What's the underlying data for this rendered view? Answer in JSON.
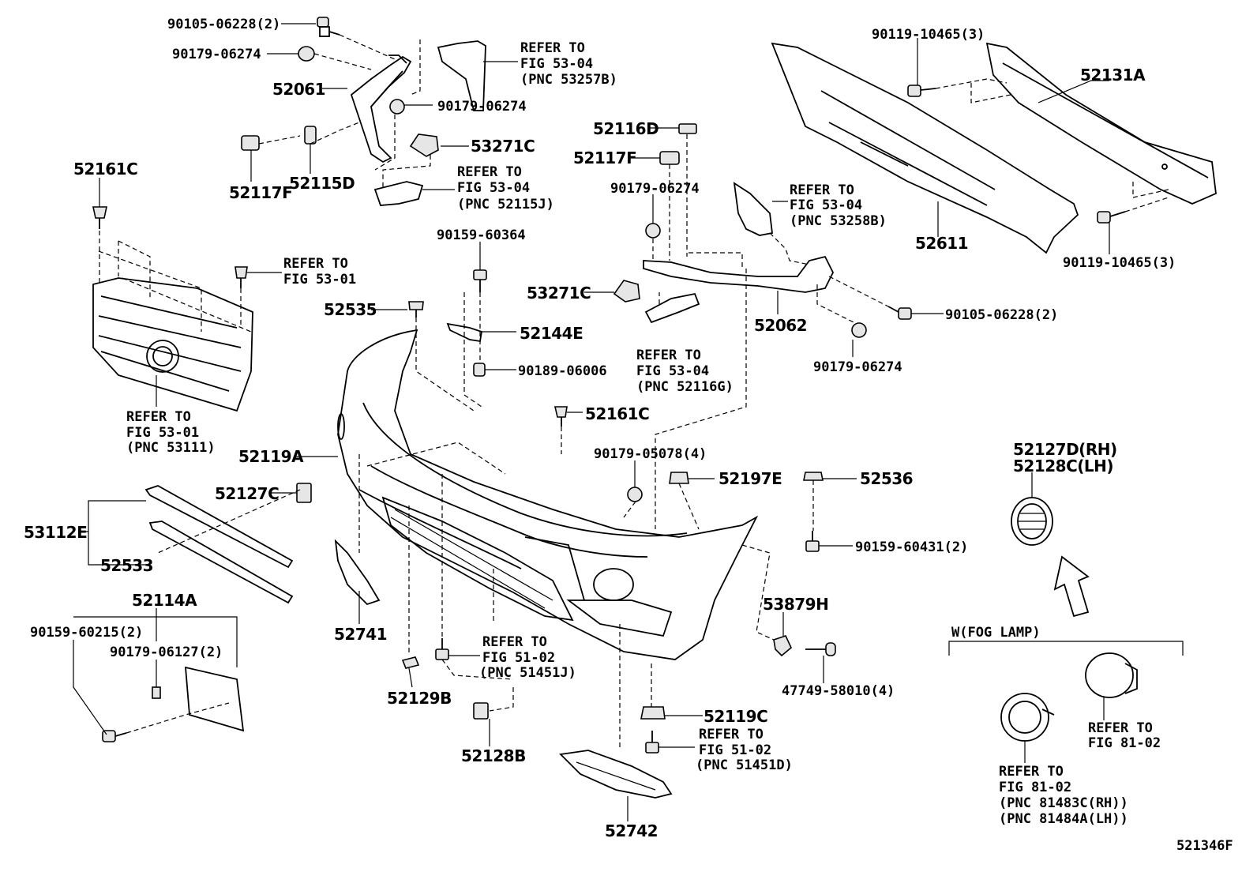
{
  "diagram_id": "521346F",
  "fog_lamp_section_label": "W(FOG LAMP)",
  "labels": {
    "l_90105_06228_top": "90105-06228(2)",
    "l_90179_06274_a": "90179-06274",
    "l_52061": "52061",
    "l_90179_06274_b": "90179-06274",
    "l_refer_53257b_1": "REFER TO",
    "l_refer_53257b_2": "FIG 53-04",
    "l_refer_53257b_3": "(PNC 53257B)",
    "l_53271c_top": "53271C",
    "l_refer_52115j_1": "REFER TO",
    "l_refer_52115j_2": "FIG 53-04",
    "l_refer_52115j_3": "(PNC 52115J)",
    "l_52117f_left": "52117F",
    "l_52115d": "52115D",
    "l_52161c_left": "52161C",
    "l_refer_5301_a1": "REFER TO",
    "l_refer_5301_a2": "FIG 53-01",
    "l_refer_53111_1": "REFER TO",
    "l_refer_53111_2": "FIG 53-01",
    "l_refer_53111_3": "(PNC 53111)",
    "l_90159_60364": "90159-60364",
    "l_52535": "52535",
    "l_52144e": "52144E",
    "l_90189_06006": "90189-06006",
    "l_52161c_mid": "52161C",
    "l_52119a": "52119A",
    "l_52127c": "52127C",
    "l_53112e": "53112E",
    "l_52533": "52533",
    "l_52114a": "52114A",
    "l_90159_60215": "90159-60215(2)",
    "l_90179_06127": "90179-06127(2)",
    "l_52741": "52741",
    "l_52129b": "52129B",
    "l_refer_51451j_1": "REFER TO",
    "l_refer_51451j_2": "FIG 51-02",
    "l_refer_51451j_3": "(PNC 51451J)",
    "l_52128b": "52128B",
    "l_52742": "52742",
    "l_52116d": "52116D",
    "l_52117f_right": "52117F",
    "l_90179_06274_c": "90179-06274",
    "l_53271c_mid": "53271C",
    "l_refer_52116g_1": "REFER TO",
    "l_refer_52116g_2": "FIG 53-04",
    "l_refer_52116g_3": "(PNC 52116G)",
    "l_refer_53258b_1": "REFER TO",
    "l_refer_53258b_2": "FIG 53-04",
    "l_refer_53258b_3": "(PNC 53258B)",
    "l_52062": "52062",
    "l_90105_06228_right": "90105-06228(2)",
    "l_90179_06274_d": "90179-06274",
    "l_90179_05078": "90179-05078(4)",
    "l_52197e": "52197E",
    "l_52536": "52536",
    "l_90159_60431": "90159-60431(2)",
    "l_53879h": "53879H",
    "l_47749_58010": "47749-58010(4)",
    "l_52119c": "52119C",
    "l_refer_51451d_1": "REFER TO",
    "l_refer_51451d_2": "FIG 51-02",
    "l_refer_51451d_3": "(PNC 51451D)",
    "l_90119_10465_top": "90119-10465(3)",
    "l_52131a": "52131A",
    "l_52611": "52611",
    "l_90119_10465_bottom": "90119-10465(3)",
    "l_52127d": "52127D(RH)",
    "l_52128c": "52128C(LH)",
    "l_refer_8102_a1": "REFER TO",
    "l_refer_8102_a2": "FIG 81-02",
    "l_refer_81483c_1": "REFER TO",
    "l_refer_81483c_2": "FIG 81-02",
    "l_refer_81483c_3": "(PNC 81483C(RH))",
    "l_refer_81483c_4": "(PNC 81484A(LH))"
  }
}
